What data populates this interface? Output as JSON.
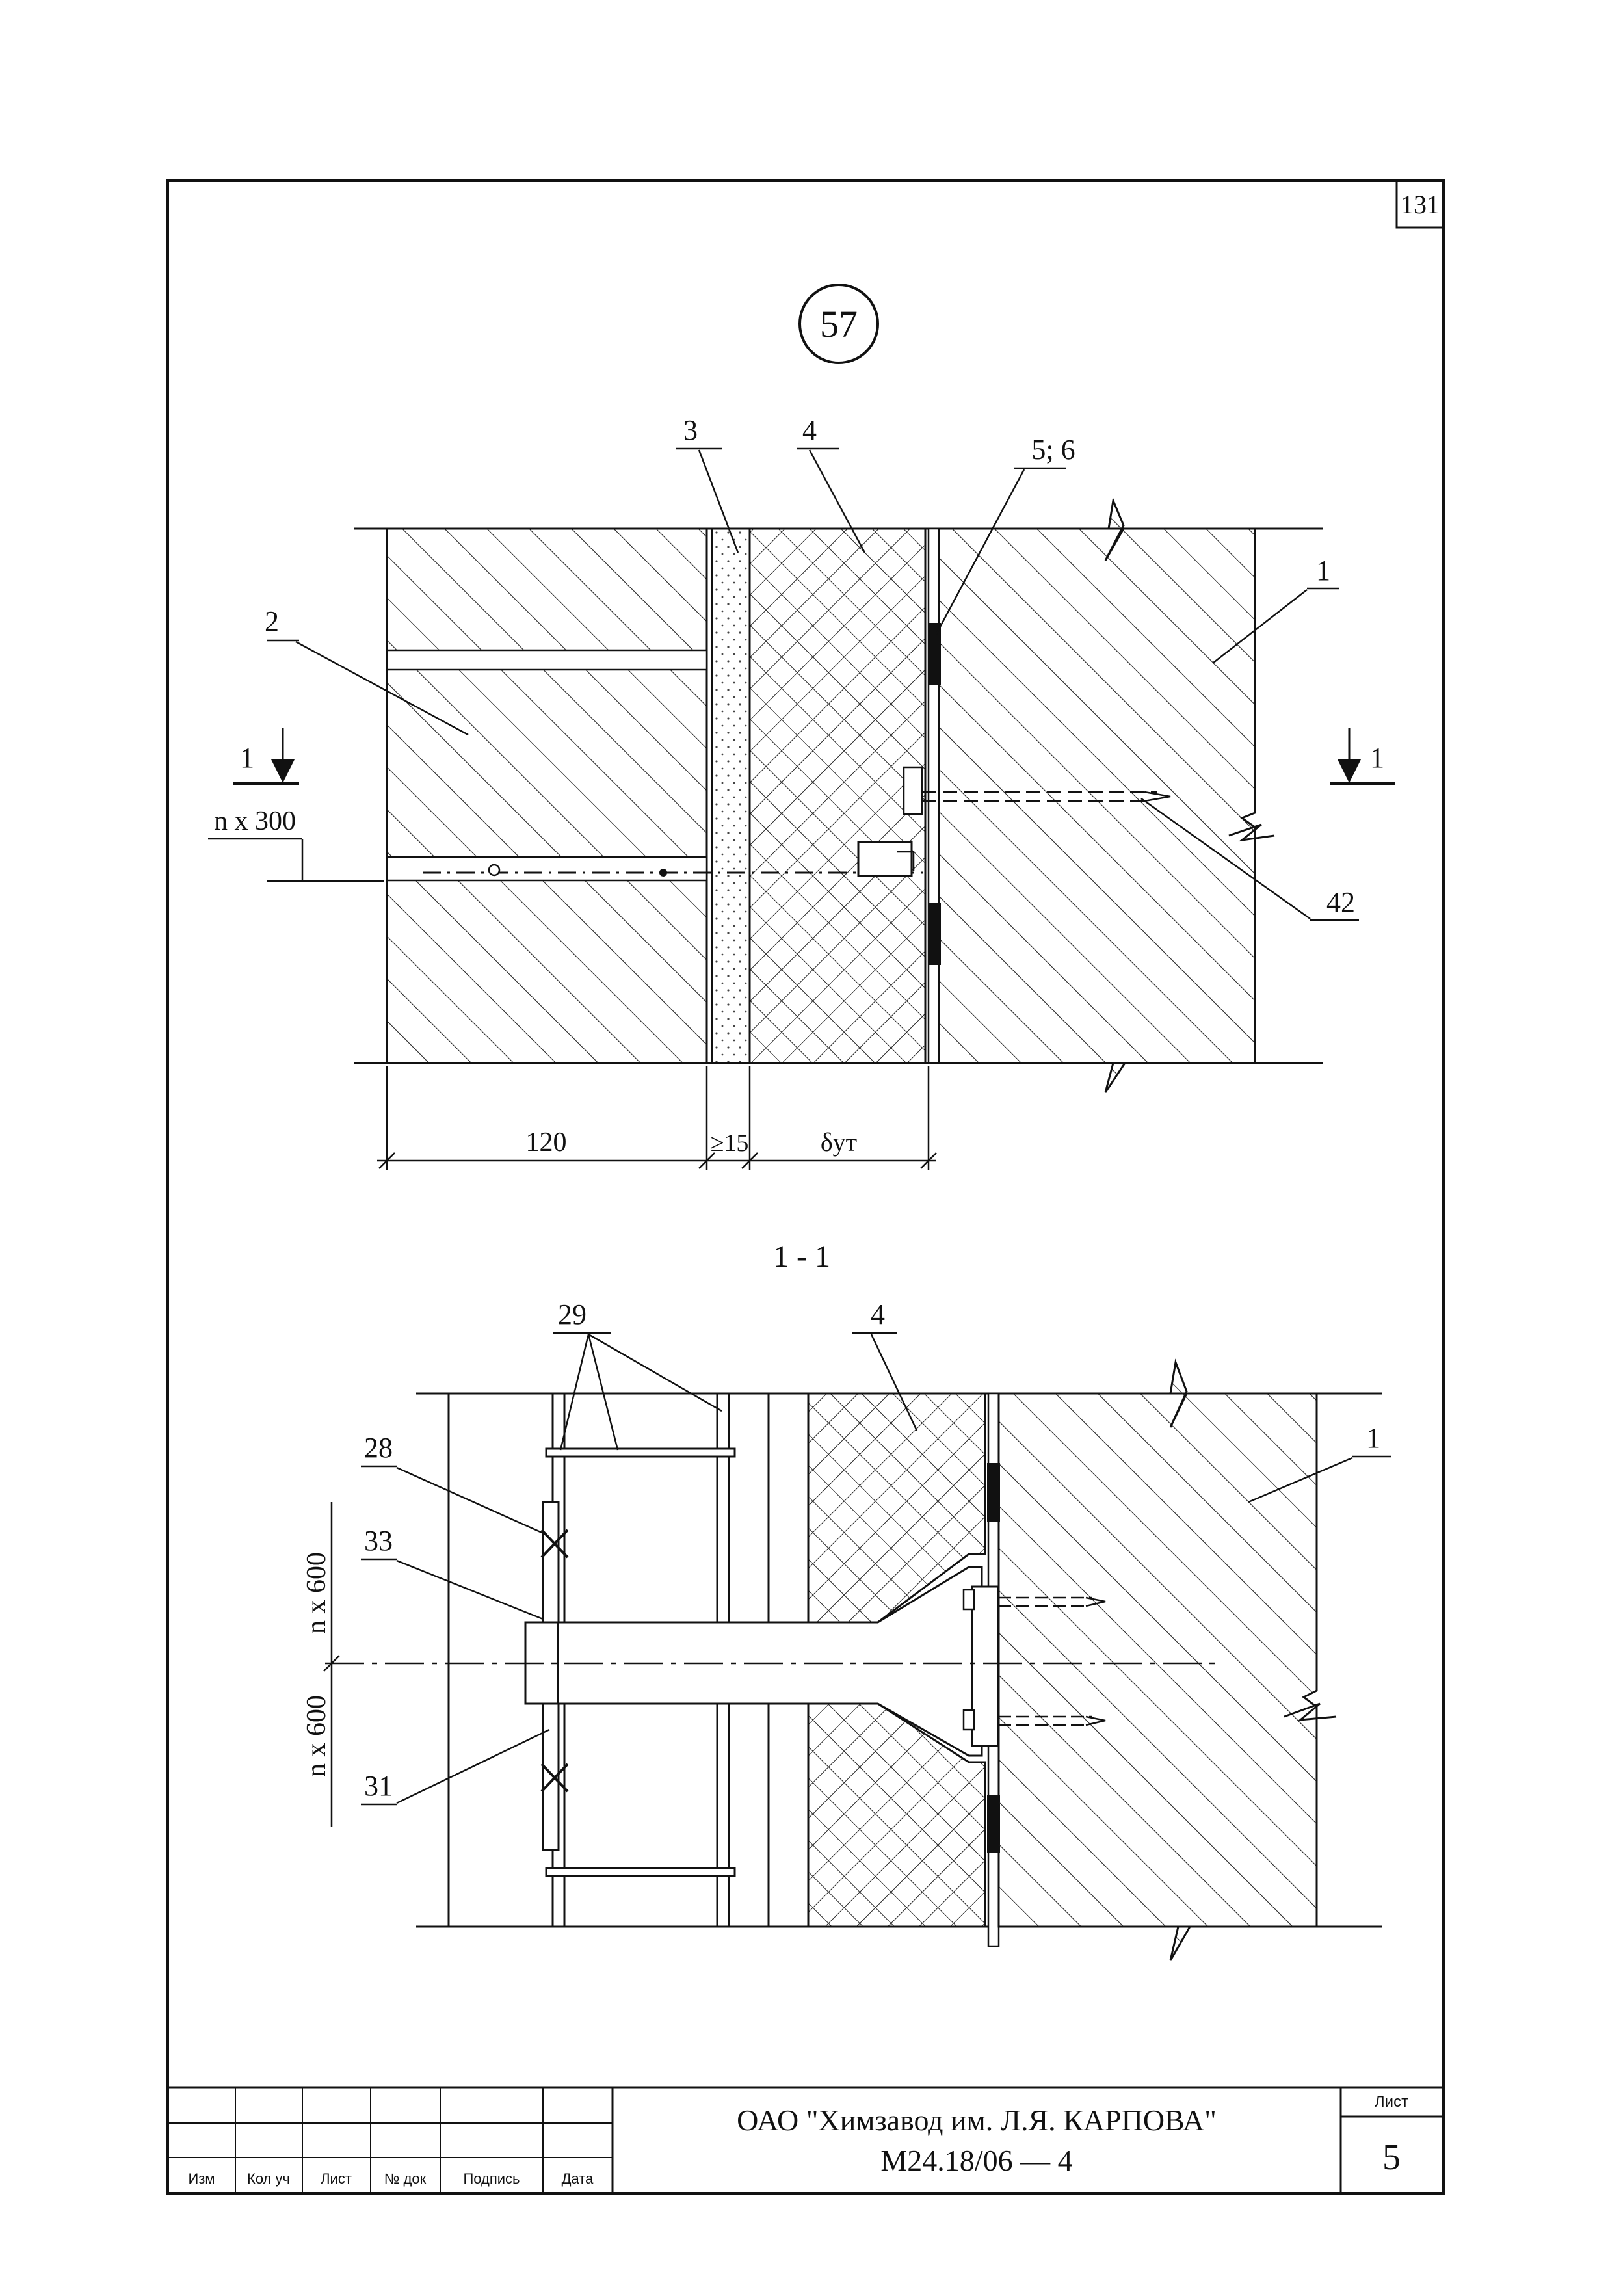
{
  "sheet": {
    "corner_number": "131",
    "detail_number": "57"
  },
  "top_view": {
    "callouts": {
      "c1": "1",
      "c2": "2",
      "c3": "3",
      "c4": "4",
      "c56": "5; 6",
      "c42": "42"
    },
    "section_marks": {
      "left": "1",
      "right": "1"
    },
    "level_note": "n x 300",
    "dims": {
      "brick": "120",
      "gap": "≥15",
      "insulation": "δут"
    }
  },
  "section_view": {
    "title": "1 - 1",
    "callouts": {
      "c29": "29",
      "c4": "4",
      "c1": "1",
      "c28": "28",
      "c33": "33",
      "c31": "31"
    },
    "vert_dims": {
      "upper": "n x 600",
      "lower": "n x 600"
    }
  },
  "title_block": {
    "col_headers": [
      "Изм",
      "Кол уч",
      "Лист",
      "№ док",
      "Подпись",
      "Дата"
    ],
    "org": "ОАО \"Химзавод им. Л.Я. КАРПОВА\"",
    "doc_code": "М24.18/06 — 4",
    "sheet_label": "Лист",
    "sheet_number": "5"
  }
}
